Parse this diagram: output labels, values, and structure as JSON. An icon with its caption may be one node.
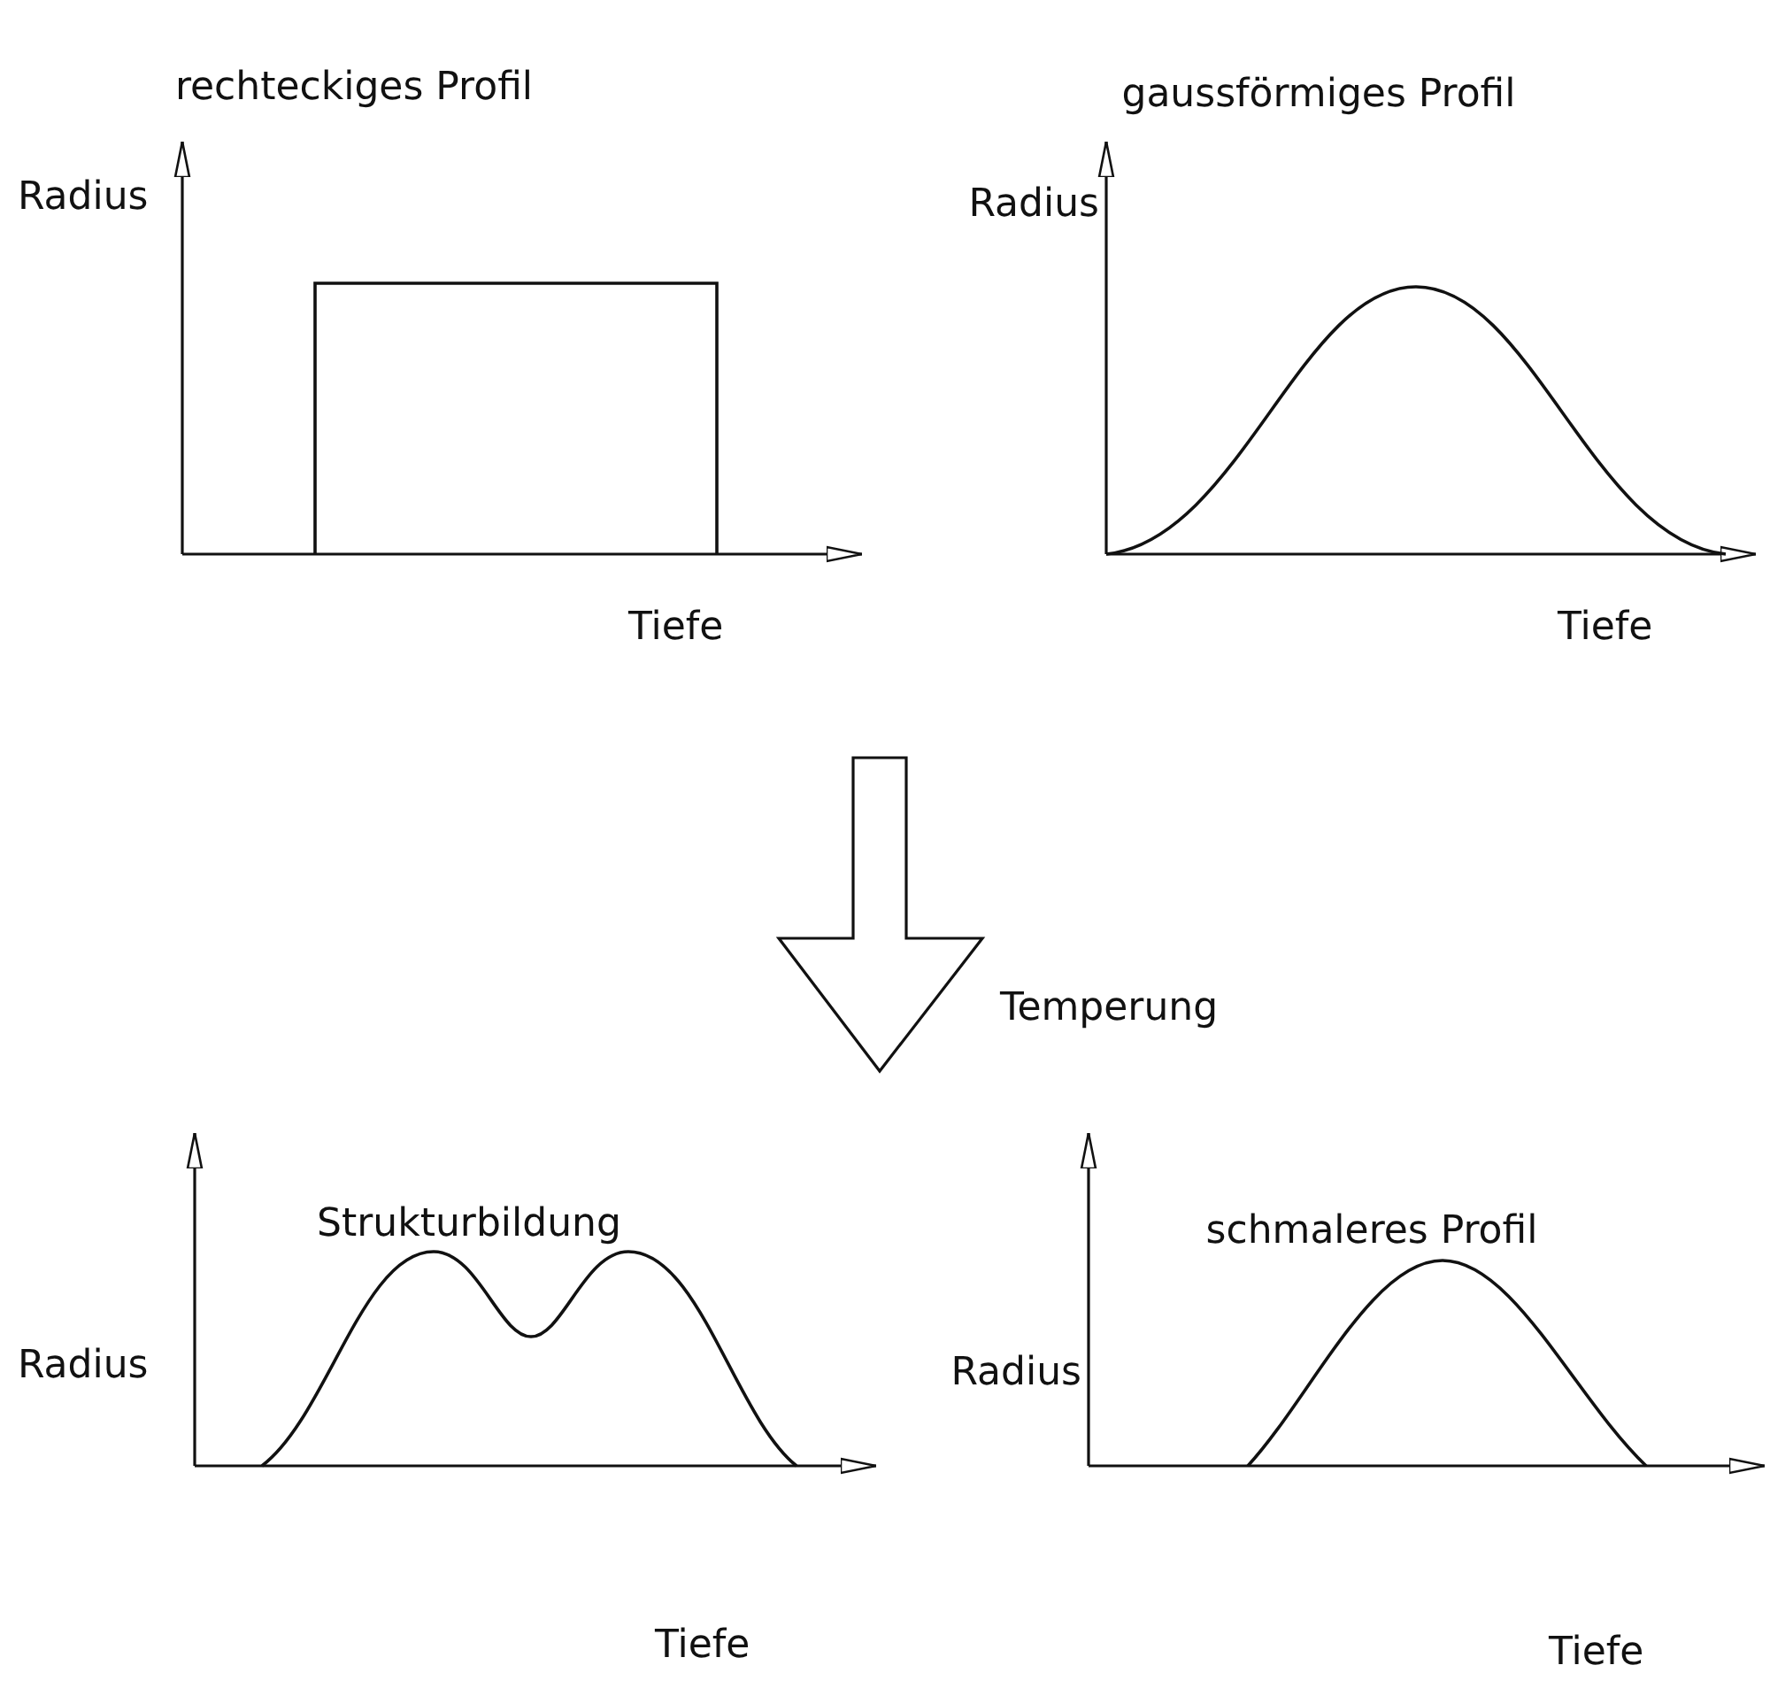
{
  "diagram": {
    "labels": [
      "rechteckiges Profil",
      "gaussförmiges Profil",
      "Radius",
      "Radius",
      "Tiefe",
      "Tiefe",
      "Temperung",
      "Strukturbildung",
      "schmaleres Profil",
      "Radius",
      "Radius",
      "Tiefe",
      "Tiefe"
    ]
  }
}
